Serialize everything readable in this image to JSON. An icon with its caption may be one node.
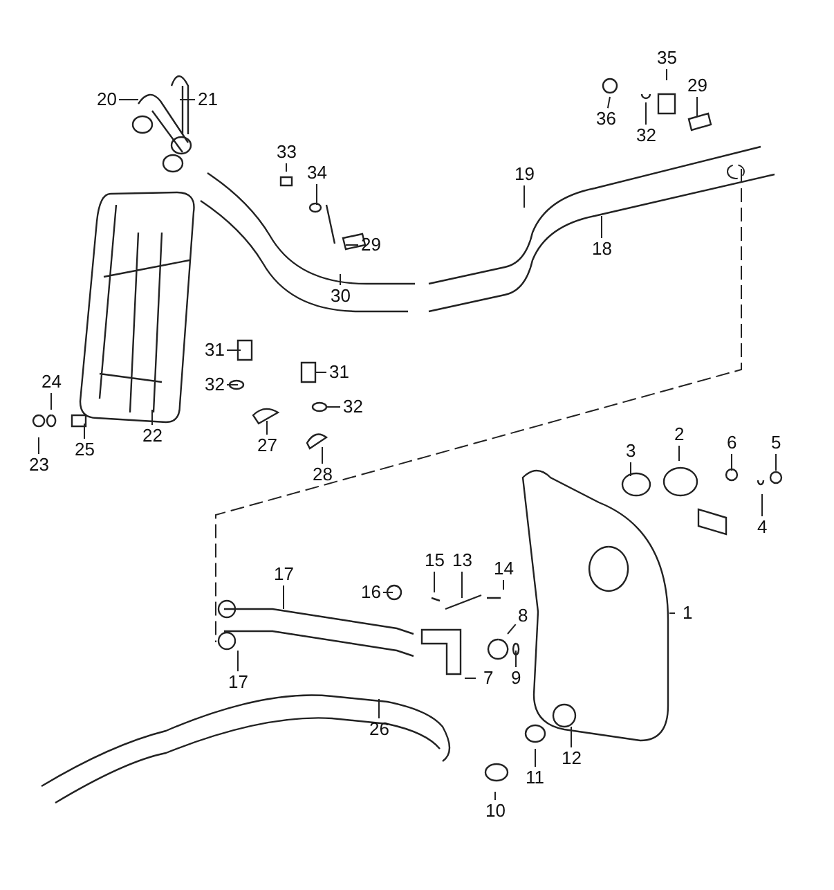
{
  "diagram": {
    "nodes": [
      {
        "text": [
          "20"
        ]
      },
      {
        "text": [
          "21"
        ]
      },
      {
        "text": [
          "36"
        ]
      },
      {
        "text": [
          "35"
        ]
      },
      {
        "text": [
          "32"
        ]
      },
      {
        "text": [
          "29"
        ]
      },
      {
        "text": [
          "33"
        ]
      },
      {
        "text": [
          "34"
        ]
      },
      {
        "text": [
          "19"
        ]
      },
      {
        "text": [
          "18"
        ]
      },
      {
        "text": [
          "30"
        ]
      },
      {
        "text": [
          "29"
        ]
      },
      {
        "text": [
          "31"
        ]
      },
      {
        "text": [
          "32"
        ]
      },
      {
        "text": [
          "24"
        ]
      },
      {
        "text": [
          "22"
        ]
      },
      {
        "text": [
          "25"
        ]
      },
      {
        "text": [
          "23"
        ]
      },
      {
        "text": [
          "31"
        ]
      },
      {
        "text": [
          "32"
        ]
      },
      {
        "text": [
          "27"
        ]
      },
      {
        "text": [
          "28"
        ]
      },
      {
        "text": [
          "3"
        ]
      },
      {
        "text": [
          "2"
        ]
      },
      {
        "text": [
          "6"
        ]
      },
      {
        "text": [
          "5"
        ]
      },
      {
        "text": [
          "4"
        ]
      },
      {
        "text": [
          "1"
        ]
      },
      {
        "text": [
          "17"
        ]
      },
      {
        "text": [
          "15"
        ]
      },
      {
        "text": [
          "13"
        ]
      },
      {
        "text": [
          "14"
        ]
      },
      {
        "text": [
          "16"
        ]
      },
      {
        "text": [
          "8"
        ]
      },
      {
        "text": [
          "9"
        ]
      },
      {
        "text": [
          "7"
        ]
      },
      {
        "text": [
          "17"
        ]
      },
      {
        "text": [
          "26"
        ]
      },
      {
        "text": [
          "12"
        ]
      },
      {
        "text": [
          "11"
        ]
      },
      {
        "text": [
          "10"
        ]
      }
    ],
    "edges": [
      {
        "from": 0,
        "to": null,
        "arrow": "none"
      },
      {
        "from": 1,
        "to": null,
        "arrow": "none"
      },
      {
        "from": 2,
        "to": null,
        "arrow": "none"
      },
      {
        "from": 3,
        "to": null,
        "arrow": "none"
      },
      {
        "from": 4,
        "to": null,
        "arrow": "none"
      },
      {
        "from": 5,
        "to": null,
        "arrow": "none"
      },
      {
        "from": 6,
        "to": null,
        "arrow": "none"
      },
      {
        "from": 7,
        "to": null,
        "arrow": "none"
      },
      {
        "from": 8,
        "to": null,
        "arrow": "none"
      },
      {
        "from": 9,
        "to": null,
        "arrow": "none"
      },
      {
        "from": 10,
        "to": null,
        "arrow": "none"
      },
      {
        "from": 11,
        "to": null,
        "arrow": "none"
      },
      {
        "from": 12,
        "to": null,
        "arrow": "none"
      },
      {
        "from": 13,
        "to": null,
        "arrow": "none"
      },
      {
        "from": 14,
        "to": null,
        "arrow": "none"
      },
      {
        "from": 15,
        "to": null,
        "arrow": "none"
      },
      {
        "from": 16,
        "to": null,
        "arrow": "none"
      },
      {
        "from": 17,
        "to": null,
        "arrow": "none"
      },
      {
        "from": 18,
        "to": null,
        "arrow": "none"
      },
      {
        "from": 19,
        "to": null,
        "arrow": "none"
      },
      {
        "from": 20,
        "to": null,
        "arrow": "none"
      },
      {
        "from": 21,
        "to": null,
        "arrow": "none"
      },
      {
        "from": 22,
        "to": null,
        "arrow": "none"
      },
      {
        "from": 23,
        "to": null,
        "arrow": "none"
      },
      {
        "from": 24,
        "to": null,
        "arrow": "none"
      },
      {
        "from": 25,
        "to": null,
        "arrow": "none"
      },
      {
        "from": 26,
        "to": null,
        "arrow": "none"
      },
      {
        "from": 27,
        "to": null,
        "arrow": "none"
      },
      {
        "from": 28,
        "to": null,
        "arrow": "none"
      },
      {
        "from": 29,
        "to": null,
        "arrow": "none"
      },
      {
        "from": 30,
        "to": null,
        "arrow": "none"
      },
      {
        "from": 31,
        "to": null,
        "arrow": "none"
      },
      {
        "from": 32,
        "to": null,
        "arrow": "none"
      },
      {
        "from": 33,
        "to": null,
        "arrow": "none"
      },
      {
        "from": 34,
        "to": null,
        "arrow": "none"
      },
      {
        "from": 35,
        "to": null,
        "arrow": "none"
      },
      {
        "from": 36,
        "to": null,
        "arrow": "none"
      },
      {
        "from": 37,
        "to": null,
        "arrow": "none"
      },
      {
        "from": 38,
        "to": null,
        "arrow": "none"
      },
      {
        "from": 39,
        "to": null,
        "arrow": "none"
      },
      {
        "from": 40,
        "to": null,
        "arrow": "none"
      }
    ]
  }
}
